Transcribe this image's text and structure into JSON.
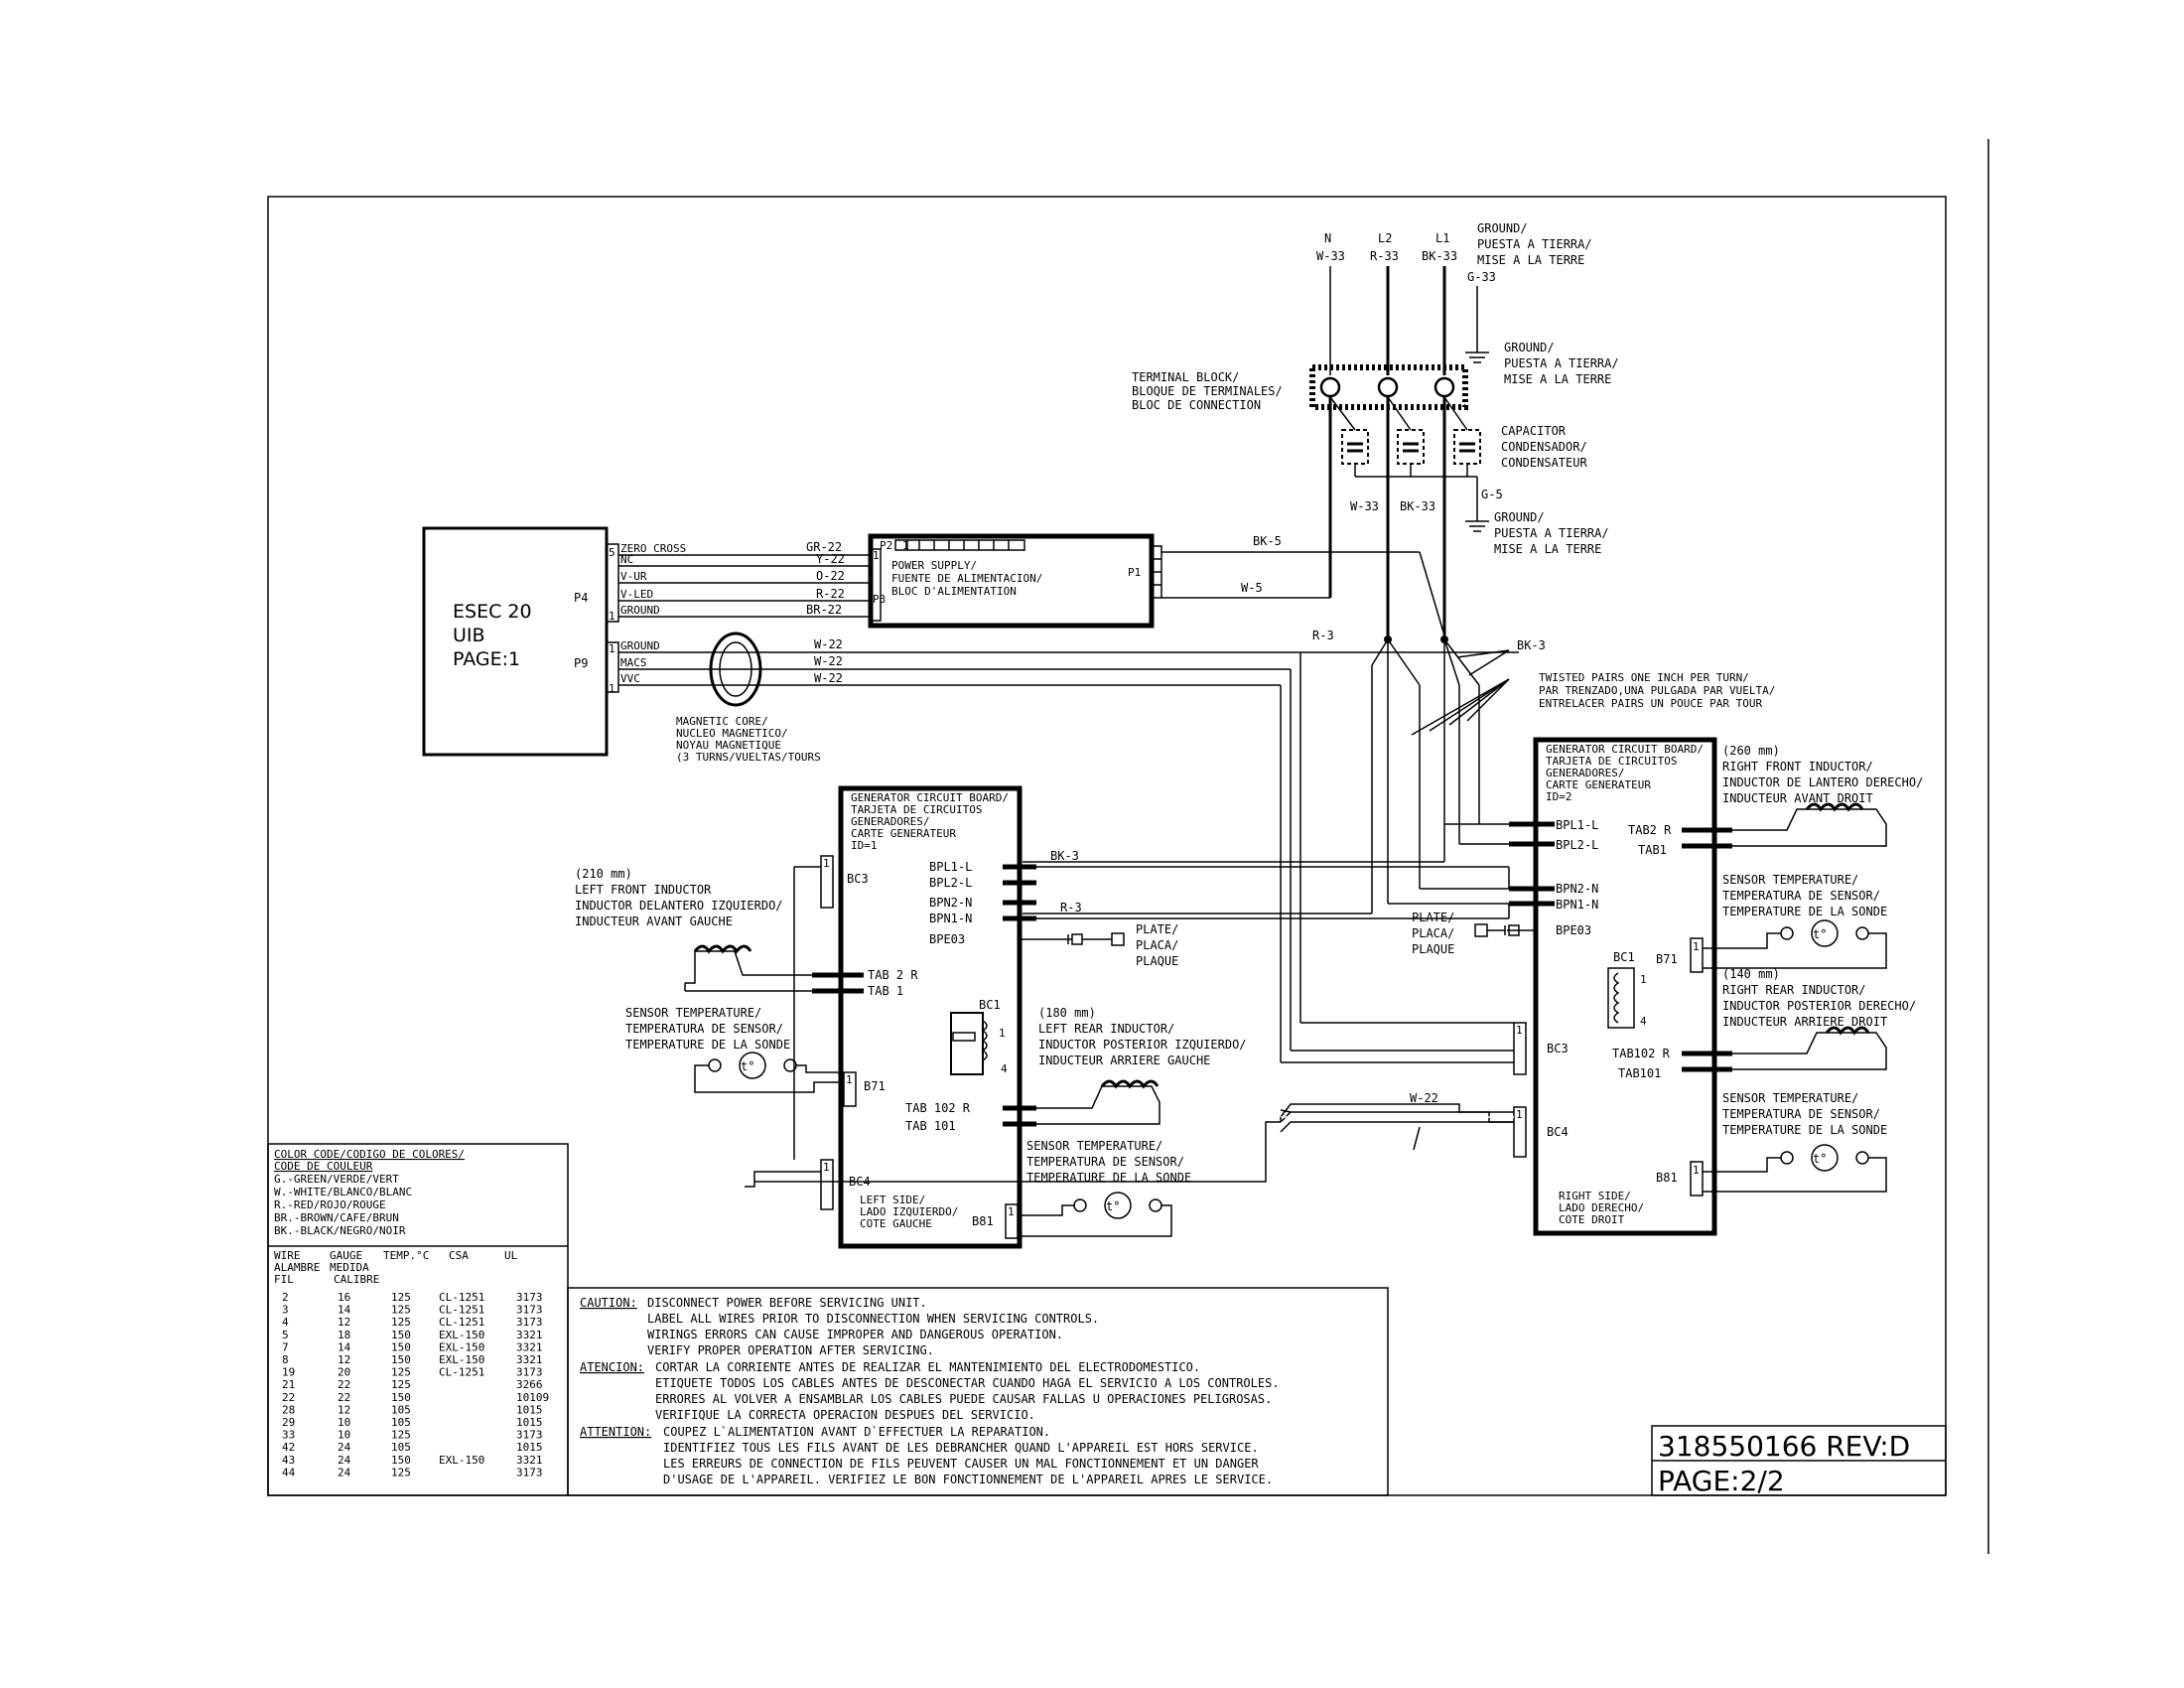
{
  "uib": {
    "name": "ESEC 20",
    "type": "UIB",
    "page": "PAGE:1",
    "p4": "P4",
    "p9": "P9",
    "p4_pins": [
      "ZERO CROSS",
      "NC",
      "V-UR",
      "V-LED",
      "GROUND"
    ],
    "p9_pins": [
      "GROUND",
      "MACS",
      "VVC"
    ],
    "pin_nums": [
      "5",
      "1",
      "1",
      "1"
    ]
  },
  "p4_wires": [
    "GR-22",
    "Y-22",
    "O-22",
    "R-22",
    "BR-22"
  ],
  "p9_wires": [
    "W-22",
    "W-22",
    "W-22"
  ],
  "magnetic_core": [
    "MAGNETIC CORE/",
    "NUCLEO MAGNETICO/",
    "NOYAU MAGNETIQUE",
    "(3 TURNS/VUELTAS/TOURS"
  ],
  "power_supply": {
    "label": [
      "POWER SUPPLY/",
      "FUENTE DE ALIMENTACION/",
      "BLOC D'ALIMENTATION"
    ],
    "p1": "P1",
    "p2": "P2",
    "p3": "P3",
    "pin1": "1",
    "pin_p3": "1"
  },
  "mains": {
    "lines": [
      {
        "name": "N",
        "wire": "W-33"
      },
      {
        "name": "L2",
        "wire": "R-33"
      },
      {
        "name": "L1",
        "wire": "BK-33"
      }
    ],
    "ground_top": [
      "GROUND/",
      "PUESTA A TIERRA/",
      "MISE A LA TERRE",
      "G-33"
    ],
    "ground_mid": [
      "GROUND/",
      "PUESTA A TIERRA/",
      "MISE A LA TERRE"
    ],
    "terminal_block": [
      "TERMINAL BLOCK/",
      "BLOQUE DE TERMINALES/",
      "BLOC DE CONNECTION"
    ],
    "capacitor": [
      "CAPACITOR",
      "CONDENSADOR/",
      "CONDENSATEUR"
    ],
    "ground_low": [
      "GROUND/",
      "PUESTA A TIERRA/",
      "MISE A LA TERRE"
    ],
    "g5": "G-5",
    "w33": "W-33",
    "bk33": "BK-33"
  },
  "wires": {
    "bk5": "BK-5",
    "w5": "W-5",
    "r3_top": "R-3",
    "bk3_top": "BK-3",
    "bk3_left": "BK-3",
    "r3_left": "R-3",
    "w22_bottom": "W-22"
  },
  "twisted_pairs": [
    "TWISTED PAIRS ONE INCH PER TURN/",
    "PAR TRENZADO,UNA PULGADA PAR VUELTA/",
    "ENTRELACER PAIRS UN POUCE PAR TOUR"
  ],
  "left_board": {
    "title": [
      "GENERATOR CIRCUIT BOARD/",
      "TARJETA DE CIRCUITOS",
      "GENERADORES/",
      "CARTE GENERATEUR",
      "ID=1"
    ],
    "pins_right": [
      "BPL1-L",
      "BPL2-L",
      "BPN2-N",
      "BPN1-N",
      "BPE03"
    ],
    "bc3": "BC3",
    "tab2r": "TAB 2 R",
    "tab1": "TAB 1",
    "bc1": "BC1",
    "b71": "B71",
    "tab102r": "TAB 102 R",
    "tab101": "TAB 101",
    "bc4": "BC4",
    "b81": "B81",
    "side": [
      "LEFT SIDE/",
      "LADO IZQUIERDO/",
      "COTE GAUCHE"
    ],
    "pin1": "1",
    "pin4": "4"
  },
  "right_board": {
    "title": [
      "GENERATOR CIRCUIT BOARD/",
      "TARJETA DE CIRCUITOS",
      "GENERADORES/",
      "CARTE GENERATEUR",
      "ID=2"
    ],
    "pins_left": [
      "BPL1-L",
      "BPL2-L",
      "BPN2-N",
      "BPN1-N",
      "BPE03"
    ],
    "tab2r": "TAB2 R",
    "tab1": "TAB1",
    "bc1": "BC1",
    "b71": "B71",
    "bc3": "BC3",
    "tab102r": "TAB102 R",
    "tab101": "TAB101",
    "bc4": "BC4",
    "b81": "B81",
    "side": [
      "RIGHT SIDE/",
      "LADO DERECHO/",
      "COTE DROIT"
    ],
    "pin1": "1",
    "pin4": "4"
  },
  "left_front_inductor": [
    "(210 mm)",
    "LEFT FRONT INDUCTOR",
    "INDUCTOR DELANTERO IZQUIERDO/",
    "INDUCTEUR AVANT GAUCHE"
  ],
  "left_rear_inductor": [
    "(180 mm)",
    "LEFT REAR INDUCTOR/",
    "INDUCTOR POSTERIOR IZQUIERDO/",
    "INDUCTEUR ARRIERE GAUCHE"
  ],
  "right_front_inductor": [
    "(260 mm)",
    "RIGHT FRONT INDUCTOR/",
    "INDUCTOR DE LANTERO DERECHO/",
    "INDUCTEUR AVANT DROIT"
  ],
  "right_rear_inductor": [
    "(140 mm)",
    "RIGHT REAR INDUCTOR/",
    "INDUCTOR POSTERIOR DERECHO/",
    "INDUCTEUR ARRIERE DROIT"
  ],
  "sensor": [
    "SENSOR TEMPERATURE/",
    "TEMPERATURA DE SENSOR/",
    "TEMPERATURE DE LA SONDE"
  ],
  "sensor_symbol": "t°",
  "plate": [
    "PLATE/",
    "PLACA/",
    "PLAQUE"
  ],
  "color_code": {
    "header": [
      "COLOR CODE/CODIGO DE COLORES/",
      "CODE DE COULEUR"
    ],
    "items": [
      "G.-GREEN/VERDE/VERT",
      "W.-WHITE/BLANCO/BLANC",
      "R.-RED/ROJO/ROUGE",
      "BR.-BROWN/CAFE/BRUN",
      "BK.-BLACK/NEGRO/NOIR"
    ]
  },
  "wire_table": {
    "headers": [
      [
        "WIRE",
        "ALAMBRE",
        "FIL"
      ],
      [
        "GAUGE",
        "MEDIDA",
        "CALIBRE"
      ],
      [
        "TEMP.°C"
      ],
      [
        "CSA"
      ],
      [
        "UL"
      ]
    ],
    "rows": [
      [
        "2",
        "16",
        "125",
        "CL-1251",
        "3173"
      ],
      [
        "3",
        "14",
        "125",
        "CL-1251",
        "3173"
      ],
      [
        "4",
        "12",
        "125",
        "CL-1251",
        "3173"
      ],
      [
        "5",
        "18",
        "150",
        "EXL-150",
        "3321"
      ],
      [
        "7",
        "14",
        "150",
        "EXL-150",
        "3321"
      ],
      [
        "8",
        "12",
        "150",
        "EXL-150",
        "3321"
      ],
      [
        "19",
        "20",
        "125",
        "CL-1251",
        "3173"
      ],
      [
        "21",
        "22",
        "125",
        "",
        "3266"
      ],
      [
        "22",
        "22",
        "150",
        "",
        "10109"
      ],
      [
        "28",
        "12",
        "105",
        "",
        "1015"
      ],
      [
        "29",
        "10",
        "105",
        "",
        "1015"
      ],
      [
        "33",
        "10",
        "125",
        "",
        "3173"
      ],
      [
        "42",
        "24",
        "105",
        "",
        "1015"
      ],
      [
        "43",
        "24",
        "150",
        "EXL-150",
        "3321"
      ],
      [
        "44",
        "24",
        "125",
        "",
        "3173"
      ]
    ]
  },
  "caution": {
    "caution_label": "CAUTION:",
    "caution_lines": [
      "DISCONNECT POWER BEFORE SERVICING UNIT.",
      "LABEL ALL WIRES PRIOR TO DISCONNECTION WHEN SERVICING CONTROLS.",
      "WIRINGS ERRORS CAN CAUSE IMPROPER AND DANGEROUS OPERATION.",
      "VERIFY PROPER OPERATION AFTER SERVICING."
    ],
    "atencion_label": "ATENCION:",
    "atencion_lines": [
      "CORTAR LA CORRIENTE ANTES DE REALIZAR EL MANTENIMIENTO DEL ELECTRODOMESTICO.",
      "ETIQUETE TODOS LOS CABLES ANTES DE DESCONECTAR CUANDO HAGA EL SERVICIO A LOS CONTROLES.",
      "ERRORES AL VOLVER A ENSAMBLAR LOS CABLES PUEDE CAUSAR FALLAS U OPERACIONES PELIGROSAS.",
      "VERIFIQUE LA CORRECTA OPERACION DESPUES DEL SERVICIO."
    ],
    "attention_label": "ATTENTION:",
    "attention_lines": [
      "COUPEZ L`ALIMENTATION AVANT D`EFFECTUER LA REPARATION.",
      "IDENTIFIEZ TOUS LES FILS AVANT DE LES DEBRANCHER QUAND L'APPAREIL EST HORS SERVICE.",
      "LES ERREURS DE CONNECTION DE FILS PEUVENT CAUSER UN MAL FONCTIONNEMENT ET UN DANGER",
      "D'USAGE DE L'APPAREIL. VERIFIEZ LE BON FONCTIONNEMENT DE L'APPAREIL APRES LE SERVICE."
    ]
  },
  "title_block": {
    "part": "318550166 REV:D",
    "page": "PAGE:2/2"
  }
}
